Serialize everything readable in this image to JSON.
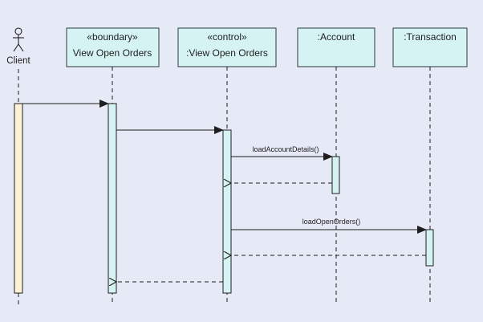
{
  "diagram": {
    "type": "uml-sequence",
    "background": "#e6e9f6",
    "colors": {
      "box_fill": "#d6f3f4",
      "box_stroke": "#2b3b3b",
      "activation_fill": "#d6f3f4",
      "actor_activation_fill": "#fdf2d6",
      "line": "#1e1e1e"
    },
    "actor": {
      "name": "Client",
      "icon": "stick-figure-icon"
    },
    "lifelines": [
      {
        "stereotype": "«boundary»",
        "name": "View Open Orders"
      },
      {
        "stereotype": "«control»",
        "name": ":View Open Orders"
      },
      {
        "stereotype": "",
        "name": ":Account"
      },
      {
        "stereotype": "",
        "name": ":Transaction"
      }
    ],
    "messages": [
      {
        "from": "Client",
        "to": "«boundary» View Open Orders",
        "label": "",
        "kind": "call"
      },
      {
        "from": "«boundary» View Open Orders",
        "to": ":View Open Orders",
        "label": "",
        "kind": "call"
      },
      {
        "from": ":View Open Orders",
        "to": ":Account",
        "label": "loadAccountDetails()",
        "kind": "call"
      },
      {
        "from": ":Account",
        "to": ":View Open Orders",
        "label": "",
        "kind": "return"
      },
      {
        "from": ":View Open Orders",
        "to": ":Transaction",
        "label": "loadOpenOrders()",
        "kind": "call"
      },
      {
        "from": ":Transaction",
        "to": ":View Open Orders",
        "label": "",
        "kind": "return"
      },
      {
        "from": ":View Open Orders",
        "to": "«boundary» View Open Orders",
        "label": "",
        "kind": "return"
      }
    ]
  }
}
